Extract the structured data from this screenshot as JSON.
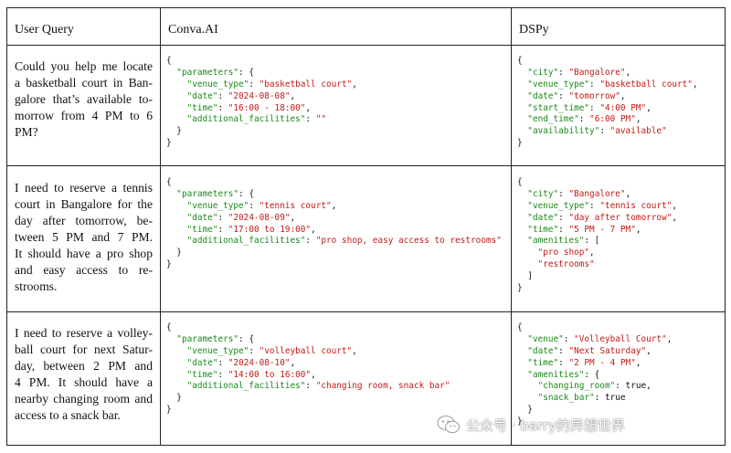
{
  "headers": [
    "User Query",
    "Conva.AI",
    "DSPy"
  ],
  "rows": [
    {
      "query": [
        "Could you help me locate",
        "a basketball court in Ban-",
        "galore that’s available to-",
        "morrow from 4 PM to 6",
        "PM?"
      ],
      "conva": [
        [
          [
            "p",
            "{"
          ]
        ],
        [
          [
            "p",
            "  "
          ],
          [
            "k",
            "\"parameters\""
          ],
          [
            "p",
            ": {"
          ]
        ],
        [
          [
            "p",
            "    "
          ],
          [
            "k",
            "\"venue_type\""
          ],
          [
            "p",
            ": "
          ],
          [
            "s",
            "\"basketball court\""
          ],
          [
            "p",
            ","
          ]
        ],
        [
          [
            "p",
            "    "
          ],
          [
            "k",
            "\"date\""
          ],
          [
            "p",
            ": "
          ],
          [
            "s",
            "\"2024-08-08\""
          ],
          [
            "p",
            ","
          ]
        ],
        [
          [
            "p",
            "    "
          ],
          [
            "k",
            "\"time\""
          ],
          [
            "p",
            ": "
          ],
          [
            "s",
            "\"16:00 - 18:00\""
          ],
          [
            "p",
            ","
          ]
        ],
        [
          [
            "p",
            "    "
          ],
          [
            "k",
            "\"additional_facilities\""
          ],
          [
            "p",
            ": "
          ],
          [
            "s",
            "\"\""
          ]
        ],
        [
          [
            "p",
            "  }"
          ]
        ],
        [
          [
            "p",
            "}"
          ]
        ]
      ],
      "dspy": [
        [
          [
            "p",
            "{"
          ]
        ],
        [
          [
            "p",
            "  "
          ],
          [
            "k",
            "\"city\""
          ],
          [
            "p",
            ": "
          ],
          [
            "s",
            "\"Bangalore\""
          ],
          [
            "p",
            ","
          ]
        ],
        [
          [
            "p",
            "  "
          ],
          [
            "k",
            "\"venue_type\""
          ],
          [
            "p",
            ": "
          ],
          [
            "s",
            "\"basketball court\""
          ],
          [
            "p",
            ","
          ]
        ],
        [
          [
            "p",
            "  "
          ],
          [
            "k",
            "\"date\""
          ],
          [
            "p",
            ": "
          ],
          [
            "s",
            "\"tomorrow\""
          ],
          [
            "p",
            ","
          ]
        ],
        [
          [
            "p",
            "  "
          ],
          [
            "k",
            "\"start_time\""
          ],
          [
            "p",
            ": "
          ],
          [
            "s",
            "\"4:00 PM\""
          ],
          [
            "p",
            ","
          ]
        ],
        [
          [
            "p",
            "  "
          ],
          [
            "k",
            "\"end_time\""
          ],
          [
            "p",
            ": "
          ],
          [
            "s",
            "\"6:00 PM\""
          ],
          [
            "p",
            ","
          ]
        ],
        [
          [
            "p",
            "  "
          ],
          [
            "k",
            "\"availability\""
          ],
          [
            "p",
            ": "
          ],
          [
            "s",
            "\"available\""
          ]
        ],
        [
          [
            "p",
            "}"
          ]
        ]
      ]
    },
    {
      "query": [
        "I need to reserve a tennis",
        "court in Bangalore for the",
        "day after tomorrow, be-",
        "tween 5 PM and 7 PM.",
        "It should have a pro shop",
        "and easy access to re-",
        "strooms."
      ],
      "conva": [
        [
          [
            "p",
            "{"
          ]
        ],
        [
          [
            "p",
            "  "
          ],
          [
            "k",
            "\"parameters\""
          ],
          [
            "p",
            ": {"
          ]
        ],
        [
          [
            "p",
            "    "
          ],
          [
            "k",
            "\"venue_type\""
          ],
          [
            "p",
            ": "
          ],
          [
            "s",
            "\"tennis court\""
          ],
          [
            "p",
            ","
          ]
        ],
        [
          [
            "p",
            "    "
          ],
          [
            "k",
            "\"date\""
          ],
          [
            "p",
            ": "
          ],
          [
            "s",
            "\"2024-08-09\""
          ],
          [
            "p",
            ","
          ]
        ],
        [
          [
            "p",
            "    "
          ],
          [
            "k",
            "\"time\""
          ],
          [
            "p",
            ": "
          ],
          [
            "s",
            "\"17:00 to 19:00\""
          ],
          [
            "p",
            ","
          ]
        ],
        [
          [
            "p",
            "    "
          ],
          [
            "k",
            "\"additional_facilities\""
          ],
          [
            "p",
            ": "
          ],
          [
            "s",
            "\"pro shop, easy access to restrooms\""
          ]
        ],
        [
          [
            "p",
            "  }"
          ]
        ],
        [
          [
            "p",
            "}"
          ]
        ]
      ],
      "dspy": [
        [
          [
            "p",
            "{"
          ]
        ],
        [
          [
            "p",
            "  "
          ],
          [
            "k",
            "\"city\""
          ],
          [
            "p",
            ": "
          ],
          [
            "s",
            "\"Bangalore\""
          ],
          [
            "p",
            ","
          ]
        ],
        [
          [
            "p",
            "  "
          ],
          [
            "k",
            "\"venue_type\""
          ],
          [
            "p",
            ": "
          ],
          [
            "s",
            "\"tennis court\""
          ],
          [
            "p",
            ","
          ]
        ],
        [
          [
            "p",
            "  "
          ],
          [
            "k",
            "\"date\""
          ],
          [
            "p",
            ": "
          ],
          [
            "s",
            "\"day after tomorrow\""
          ],
          [
            "p",
            ","
          ]
        ],
        [
          [
            "p",
            "  "
          ],
          [
            "k",
            "\"time\""
          ],
          [
            "p",
            ": "
          ],
          [
            "s",
            "\"5 PM - 7 PM\""
          ],
          [
            "p",
            ","
          ]
        ],
        [
          [
            "p",
            "  "
          ],
          [
            "k",
            "\"amenities\""
          ],
          [
            "p",
            ": ["
          ]
        ],
        [
          [
            "p",
            "    "
          ],
          [
            "s",
            "\"pro shop\""
          ],
          [
            "p",
            ","
          ]
        ],
        [
          [
            "p",
            "    "
          ],
          [
            "s",
            "\"restrooms\""
          ]
        ],
        [
          [
            "p",
            "  ]"
          ]
        ],
        [
          [
            "p",
            "}"
          ]
        ]
      ]
    },
    {
      "query": [
        "I need to reserve a volley-",
        "ball court for next Satur-",
        "day, between 2 PM and",
        "4 PM. It should have a",
        "nearby changing room and",
        "access to a snack bar."
      ],
      "conva": [
        [
          [
            "p",
            "{"
          ]
        ],
        [
          [
            "p",
            "  "
          ],
          [
            "k",
            "\"parameters\""
          ],
          [
            "p",
            ": {"
          ]
        ],
        [
          [
            "p",
            "    "
          ],
          [
            "k",
            "\"venue_type\""
          ],
          [
            "p",
            ": "
          ],
          [
            "s",
            "\"volleyball court\""
          ],
          [
            "p",
            ","
          ]
        ],
        [
          [
            "p",
            "    "
          ],
          [
            "k",
            "\"date\""
          ],
          [
            "p",
            ": "
          ],
          [
            "s",
            "\"2024-08-10\""
          ],
          [
            "p",
            ","
          ]
        ],
        [
          [
            "p",
            "    "
          ],
          [
            "k",
            "\"time\""
          ],
          [
            "p",
            ": "
          ],
          [
            "s",
            "\"14:00 to 16:00\""
          ],
          [
            "p",
            ","
          ]
        ],
        [
          [
            "p",
            "    "
          ],
          [
            "k",
            "\"additional_facilities\""
          ],
          [
            "p",
            ": "
          ],
          [
            "s",
            "\"changing room, snack bar\""
          ]
        ],
        [
          [
            "p",
            "  }"
          ]
        ],
        [
          [
            "p",
            "}"
          ]
        ]
      ],
      "dspy": [
        [
          [
            "p",
            "{"
          ]
        ],
        [
          [
            "p",
            "  "
          ],
          [
            "k",
            "\"venue\""
          ],
          [
            "p",
            ": "
          ],
          [
            "s",
            "\"Volleyball Court\""
          ],
          [
            "p",
            ","
          ]
        ],
        [
          [
            "p",
            "  "
          ],
          [
            "k",
            "\"date\""
          ],
          [
            "p",
            ": "
          ],
          [
            "s",
            "\"Next Saturday\""
          ],
          [
            "p",
            ","
          ]
        ],
        [
          [
            "p",
            "  "
          ],
          [
            "k",
            "\"time\""
          ],
          [
            "p",
            ": "
          ],
          [
            "s",
            "\"2 PM - 4 PM\""
          ],
          [
            "p",
            ","
          ]
        ],
        [
          [
            "p",
            "  "
          ],
          [
            "k",
            "\"amenities\""
          ],
          [
            "p",
            ": {"
          ]
        ],
        [
          [
            "p",
            "    "
          ],
          [
            "k",
            "\"changing_room\""
          ],
          [
            "p",
            ": true,"
          ]
        ],
        [
          [
            "p",
            "    "
          ],
          [
            "k",
            "\"snack_bar\""
          ],
          [
            "p",
            ": true"
          ]
        ],
        [
          [
            "p",
            "  }"
          ]
        ],
        [
          [
            "p",
            "}"
          ]
        ]
      ]
    }
  ],
  "watermark": {
    "text": "公众号 · barry的异想世界",
    "icon": "wechat-icon"
  }
}
